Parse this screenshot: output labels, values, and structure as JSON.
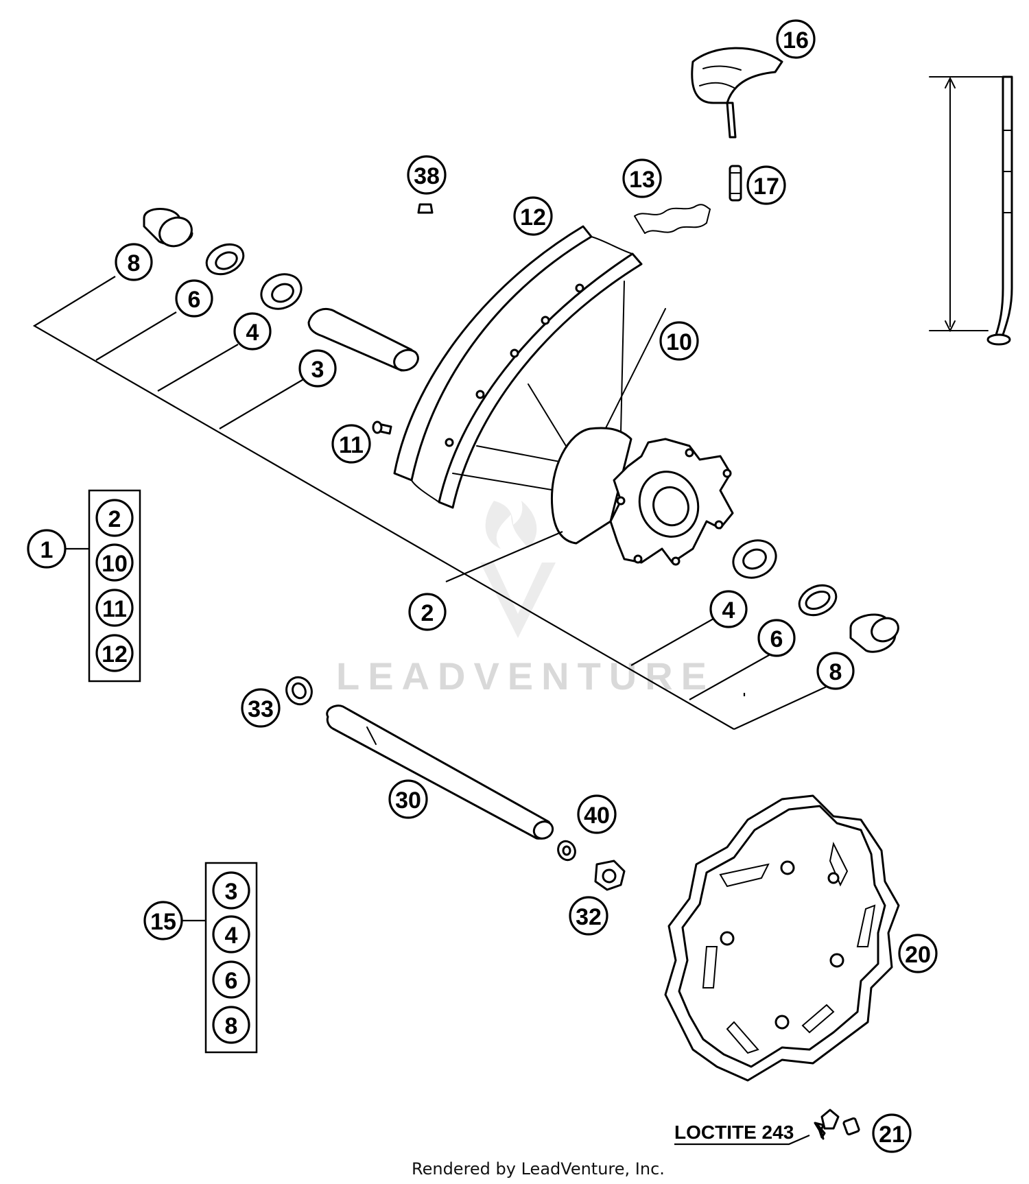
{
  "diagram": {
    "callouts": {
      "c16": "16",
      "c17": "17",
      "c13": "13",
      "c38": "38",
      "c12": "12",
      "c8a": "8",
      "c6a": "6",
      "c4a": "4",
      "c3": "3",
      "c10": "10",
      "c11": "11",
      "c2": "2",
      "c4b": "4",
      "c6b": "6",
      "c8b": "8",
      "c33": "33",
      "c30": "30",
      "c40": "40",
      "c32": "32",
      "c20": "20",
      "c21": "21",
      "c1": "1",
      "c15": "15"
    },
    "kit1": {
      "items": [
        "2",
        "10",
        "11",
        "12"
      ]
    },
    "kit15": {
      "items": [
        "3",
        "4",
        "6",
        "8"
      ]
    },
    "loctite_label": "LOCTITE 243"
  },
  "watermark": {
    "text": "LEADVENTURE"
  },
  "footer": {
    "text": "Rendered by LeadVenture, Inc."
  }
}
